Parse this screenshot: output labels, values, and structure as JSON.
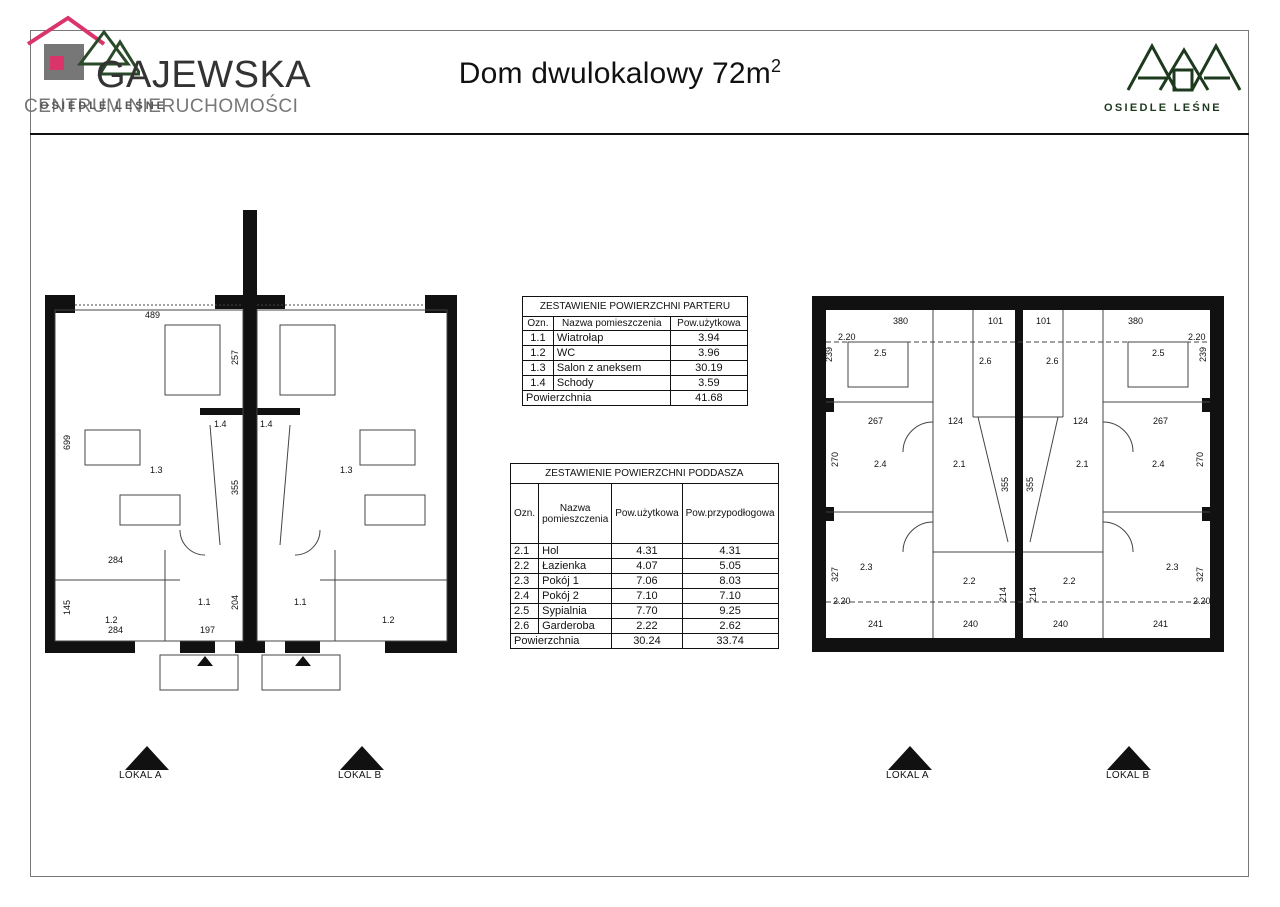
{
  "header": {
    "title": "Dom dwulokalowy 72m",
    "title_sup": "2",
    "brand_name": "GAJEWSKA",
    "brand_sub": "CENTRUM NIERUCHOMOŚCI",
    "brand_overlay": "OSIEDLE LEŚNE",
    "logo_right_text": "OSIEDLE LEŚNE"
  },
  "colors": {
    "brand_pink": "#d9356b",
    "logo_green": "#1e3a1e",
    "wall": "#111111"
  },
  "ground_table": {
    "title": "ZESTAWIENIE POWIERZCHNI PARTERU",
    "headers": [
      "Ozn.",
      "Nazwa pomieszczenia",
      "Pow.użytkowa"
    ],
    "rows": [
      [
        "1.1",
        "Wiatrołap",
        "3.94"
      ],
      [
        "1.2",
        "WC",
        "3.96"
      ],
      [
        "1.3",
        "Salon z aneksem",
        "30.19"
      ],
      [
        "1.4",
        "Schody",
        "3.59"
      ]
    ],
    "total_label": "Powierzchnia",
    "total_value": "41.68"
  },
  "attic_table": {
    "title": "ZESTAWIENIE POWIERZCHNI PODDASZA",
    "headers": [
      "Ozn.",
      "Nazwa pomieszczenia",
      "Pow.użytkowa",
      "Pow.przypodłogowa"
    ],
    "rows": [
      [
        "2.1",
        "Hol",
        "4.31",
        "4.31"
      ],
      [
        "2.2",
        "Łazienka",
        "4.07",
        "5.05"
      ],
      [
        "2.3",
        "Pokój 1",
        "7.06",
        "8.03"
      ],
      [
        "2.4",
        "Pokój 2",
        "7.10",
        "7.10"
      ],
      [
        "2.5",
        "Sypialnia",
        "7.70",
        "9.25"
      ],
      [
        "2.6",
        "Garderoba",
        "2.22",
        "2.62"
      ]
    ],
    "total_label": "Powierzchnia",
    "total_value_1": "30.24",
    "total_value_2": "33.74"
  },
  "captions": {
    "ground_left": "LOKAL A",
    "ground_right": "LOKAL B",
    "attic_left": "LOKAL A",
    "attic_right": "LOKAL B"
  },
  "ground_plan": {
    "dims": [
      "489",
      "257",
      "699",
      "355",
      "284",
      "145",
      "284",
      "197",
      "204"
    ],
    "rooms": [
      "1.1",
      "1.2",
      "1.3",
      "1.4"
    ]
  },
  "attic_plan": {
    "dims": [
      "380",
      "101",
      "239",
      "267",
      "267",
      "124",
      "270",
      "355",
      "327",
      "241",
      "240",
      "214",
      "2.20"
    ],
    "rooms": [
      "2.1",
      "2.2",
      "2.3",
      "2.4",
      "2.5",
      "2.6"
    ]
  }
}
